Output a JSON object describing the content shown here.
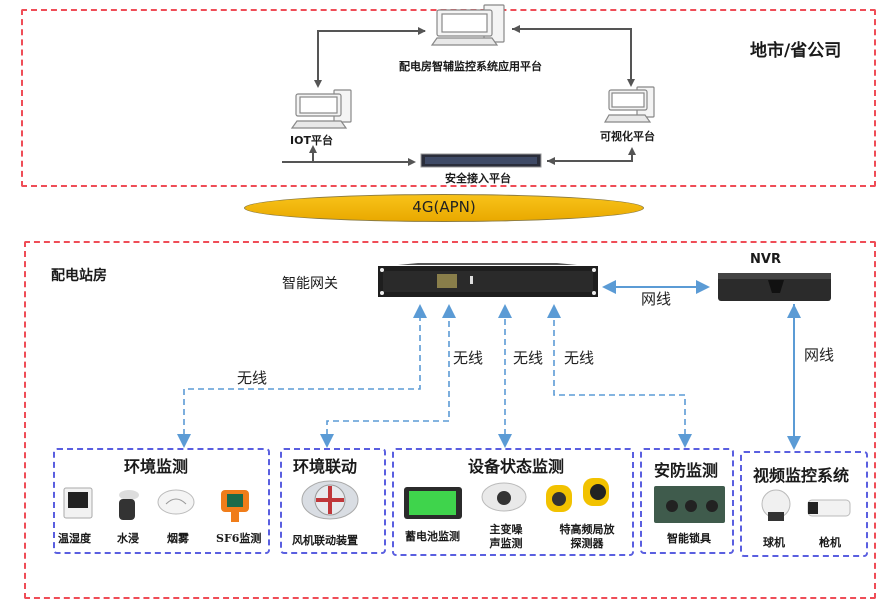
{
  "top_zone": {
    "label": "地市/省公司",
    "app_platform": "配电房智辅监控系统应用平台",
    "iot_platform": "IOT平台",
    "viz_platform": "可视化平台",
    "access_platform": "安全接入平台"
  },
  "network": {
    "label": "4G(APN)"
  },
  "bottom_zone": {
    "label": "配电站房",
    "gateway": "智能网关",
    "nvr": "NVR",
    "links": {
      "gateway_nvr": "网线",
      "nvr_video": "网线",
      "wireless_env": "无线",
      "wireless_linkage": "无线",
      "wireless_device": "无线",
      "wireless_security": "无线"
    },
    "groups": [
      {
        "title": "环境监测",
        "devices": [
          "温湿度",
          "水浸",
          "烟雾",
          "SF6监测"
        ]
      },
      {
        "title": "环境联动",
        "devices": [
          "风机联动装置"
        ]
      },
      {
        "title": "设备状态监测",
        "devices": [
          "蓄电池监测",
          "主变噪声监测",
          "特高频局放探测器"
        ]
      },
      {
        "title": "安防监测",
        "devices": [
          "智能锁具"
        ]
      },
      {
        "title": "视频监控系统",
        "devices": [
          "球机",
          "枪机"
        ]
      }
    ]
  },
  "colors": {
    "zone_red": "#ef4d57",
    "zone_blue": "#5a5fe0",
    "link_blue": "#5b9bd5",
    "ellipse": "#f4b800"
  }
}
